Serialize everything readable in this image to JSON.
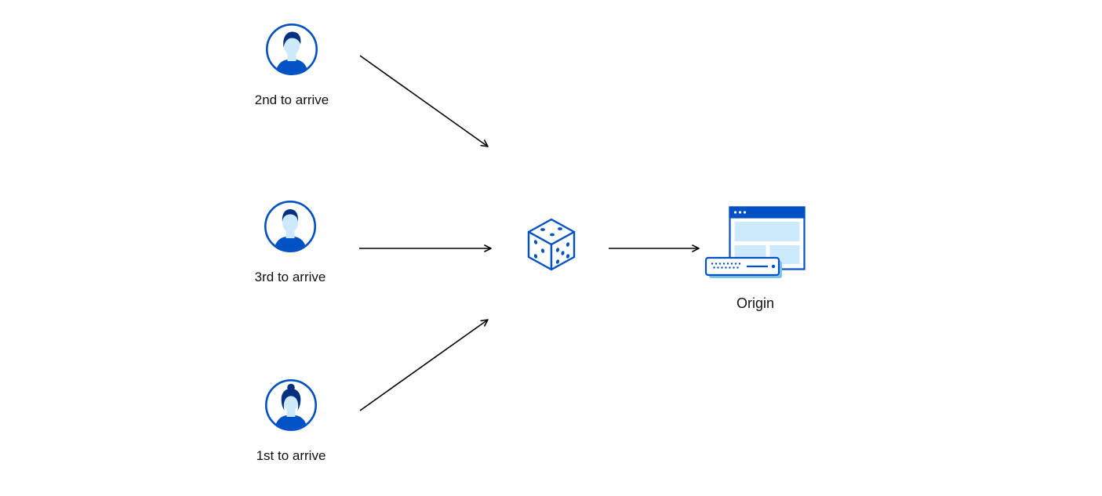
{
  "diagram": {
    "nodes": [
      {
        "id": "user-2nd",
        "label": "2nd to arrive",
        "icon": "person-avatar-icon"
      },
      {
        "id": "user-3rd",
        "label": "3rd to arrive",
        "icon": "person-avatar-icon"
      },
      {
        "id": "user-1st",
        "label": "1st to arrive",
        "icon": "person-avatar-icon"
      },
      {
        "id": "random-dice",
        "label": "",
        "icon": "dice-icon"
      },
      {
        "id": "origin",
        "label": "Origin",
        "icon": "origin-server-icon"
      }
    ],
    "edges": [
      {
        "from": "user-2nd",
        "to": "random-dice"
      },
      {
        "from": "user-3rd",
        "to": "random-dice"
      },
      {
        "from": "user-1st",
        "to": "random-dice"
      },
      {
        "from": "random-dice",
        "to": "origin"
      }
    ],
    "colors": {
      "primary_blue": "#0051c3",
      "dark_blue": "#003180",
      "light_blue_fill": "#cdeafc",
      "server_shadow_blue": "#7ec2e8",
      "arrow_black": "#000000",
      "background": "#ffffff"
    }
  }
}
